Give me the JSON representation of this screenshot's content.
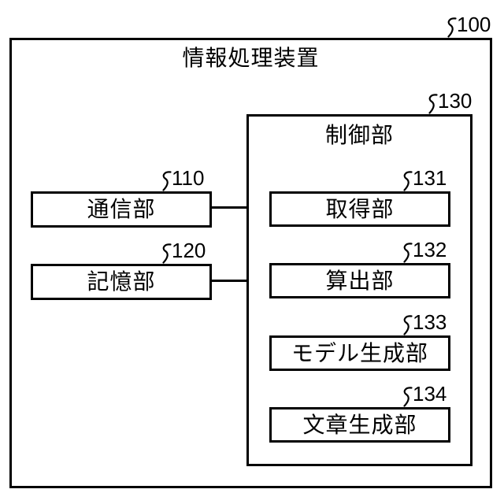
{
  "device": {
    "label": "情報処理装置",
    "ref": "100"
  },
  "controller": {
    "label": "制御部",
    "ref": "130"
  },
  "left_blocks": [
    {
      "label": "通信部",
      "ref": "110"
    },
    {
      "label": "記憶部",
      "ref": "120"
    }
  ],
  "controller_blocks": [
    {
      "label": "取得部",
      "ref": "131"
    },
    {
      "label": "算出部",
      "ref": "132"
    },
    {
      "label": "モデル生成部",
      "ref": "133"
    },
    {
      "label": "文章生成部",
      "ref": "134"
    }
  ],
  "colors": {
    "line": "#000000",
    "background": "#ffffff"
  }
}
